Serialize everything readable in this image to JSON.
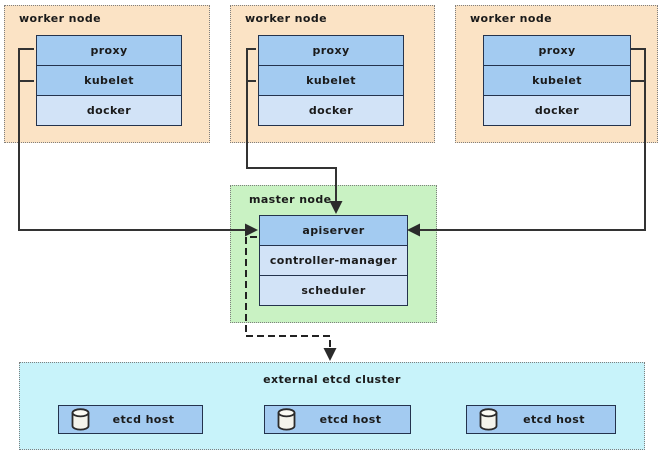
{
  "workers": [
    {
      "label": "worker node",
      "components": [
        "proxy",
        "kubelet",
        "docker"
      ]
    },
    {
      "label": "worker node",
      "components": [
        "proxy",
        "kubelet",
        "docker"
      ]
    },
    {
      "label": "worker node",
      "components": [
        "proxy",
        "kubelet",
        "docker"
      ]
    }
  ],
  "master": {
    "label": "master node",
    "components": [
      "apiserver",
      "controller-manager",
      "scheduler"
    ]
  },
  "etcd": {
    "label": "external etcd cluster",
    "hosts": [
      {
        "icon": "database-icon",
        "label": "etcd host"
      },
      {
        "icon": "database-icon",
        "label": "etcd host"
      },
      {
        "icon": "database-icon",
        "label": "etcd host"
      }
    ]
  },
  "colors": {
    "worker_bg": "#FBE3C5",
    "master_bg": "#C9F2C3",
    "etcd_bg": "#C8F3FA",
    "component_blue": "#A3CBF1",
    "component_light_blue": "#D2E3F7",
    "host_blue": "#A3CBF1",
    "line": "#333333"
  }
}
